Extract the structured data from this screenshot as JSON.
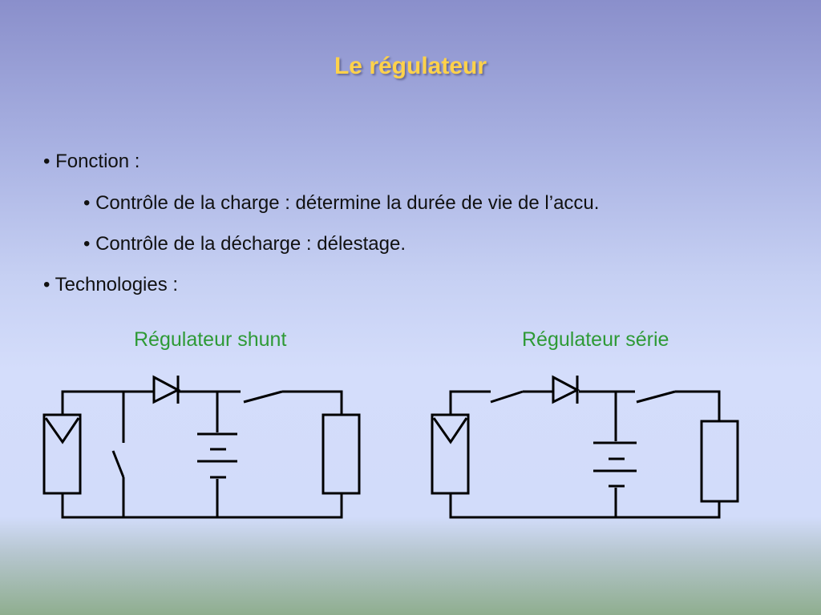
{
  "slide": {
    "title": "Le régulateur",
    "bullets": [
      "• Fonction :",
      "• Contrôle de la charge : détermine la durée de vie de l’accu.",
      "• Contrôle de la décharge : délestage.",
      "• Technologies :"
    ]
  },
  "diagrams": {
    "shunt_caption": "Régulateur shunt",
    "serie_caption": "Régulateur série"
  },
  "colors": {
    "title": "#ffd24a",
    "caption": "#2e9a36"
  }
}
